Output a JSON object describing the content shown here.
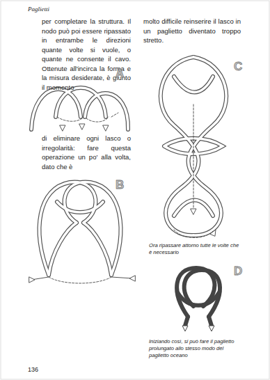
{
  "diagram": {
    "labels": [
      "Paglietti",
      "per completare la struttura. Il nodo può poi essere ripassato in entrambe le direzioni quante volte si vuole, o quante ne consente il cavo. Ottenute all'incirca la forma e la misura desiderate, è giunto il momento",
      "molto difficile reinserire il lasco in un paglietto diventato troppo stretto.",
      "A",
      "di eliminare ogni lasco o irregolarità: fare questa operazione un po' alla volta, dato che è",
      "B",
      "C",
      "Ora ripassare attorno tutte le volte che è necessario",
      "D",
      "Iniziando così, si può fare il paglietto prolungato allo stesso modo del paglietto oceano",
      "136"
    ]
  }
}
